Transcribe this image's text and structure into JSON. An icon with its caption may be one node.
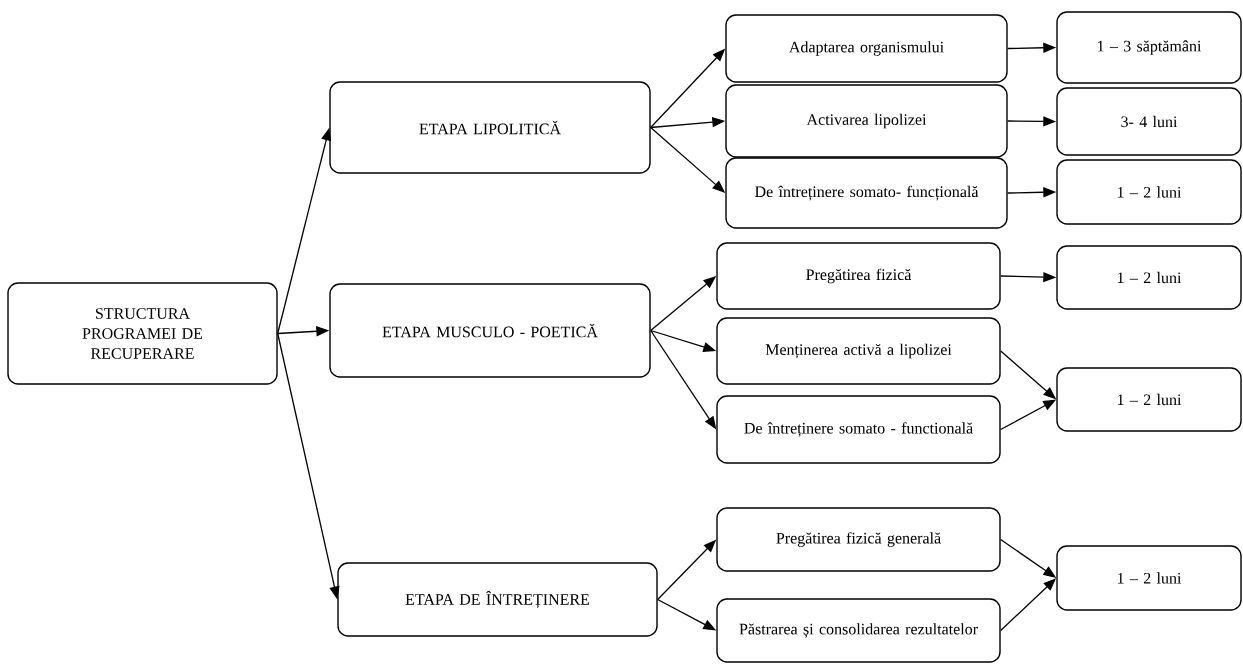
{
  "diagram": {
    "nodes": [
      {
        "text": [
          "STRUCTURA PROGRAMEI DE RECUPERARE"
        ]
      },
      {
        "text": [
          "ETAPA LIPOLITICĂ"
        ]
      },
      {
        "text": [
          "ETAPA MUSCULO - POETICĂ"
        ]
      },
      {
        "text": [
          "ETAPA DE ÎNTREȚINERE"
        ]
      },
      {
        "text": [
          "Adaptarea organismului"
        ]
      },
      {
        "text": [
          "1 – 3 săptămâni"
        ]
      },
      {
        "text": [
          "Activarea lipolizei"
        ]
      },
      {
        "text": [
          "3- 4 luni"
        ]
      },
      {
        "text": [
          "De întreținere somato- funcțională"
        ]
      },
      {
        "text": [
          "1 – 2 luni"
        ]
      },
      {
        "text": [
          "Pregătirea fizică"
        ]
      },
      {
        "text": [
          "1 – 2 luni"
        ]
      },
      {
        "text": [
          "Menținerea activă a lipolizei"
        ]
      },
      {
        "text": [
          "1 – 2 luni"
        ]
      },
      {
        "text": [
          "De întreținere somato - functională"
        ]
      },
      {
        "text": [
          "Pregătirea fizică generală"
        ]
      },
      {
        "text": [
          "1 – 2 luni"
        ]
      },
      {
        "text": [
          "Păstrarea și consolidarea rezultatelor"
        ]
      }
    ],
    "edges": [
      {
        "from": 0,
        "to": 1,
        "arrow": "to"
      },
      {
        "from": 0,
        "to": 2,
        "arrow": "to"
      },
      {
        "from": 0,
        "to": 3,
        "arrow": "to"
      },
      {
        "from": 1,
        "to": 4,
        "arrow": "to"
      },
      {
        "from": 1,
        "to": 6,
        "arrow": "to"
      },
      {
        "from": 1,
        "to": 8,
        "arrow": "to"
      },
      {
        "from": 4,
        "to": 5,
        "arrow": "to"
      },
      {
        "from": 6,
        "to": 7,
        "arrow": "to"
      },
      {
        "from": 8,
        "to": 9,
        "arrow": "to"
      },
      {
        "from": 2,
        "to": 10,
        "arrow": "to"
      },
      {
        "from": 2,
        "to": 12,
        "arrow": "to"
      },
      {
        "from": 2,
        "to": 14,
        "arrow": "to"
      },
      {
        "from": 10,
        "to": 11,
        "arrow": "to"
      },
      {
        "from": 12,
        "to": 13,
        "arrow": "to"
      },
      {
        "from": 14,
        "to": 13,
        "arrow": "to"
      },
      {
        "from": 3,
        "to": 15,
        "arrow": "to"
      },
      {
        "from": 3,
        "to": 17,
        "arrow": "to"
      },
      {
        "from": 15,
        "to": 16,
        "arrow": "to"
      },
      {
        "from": 17,
        "to": 16,
        "arrow": "to"
      }
    ]
  }
}
